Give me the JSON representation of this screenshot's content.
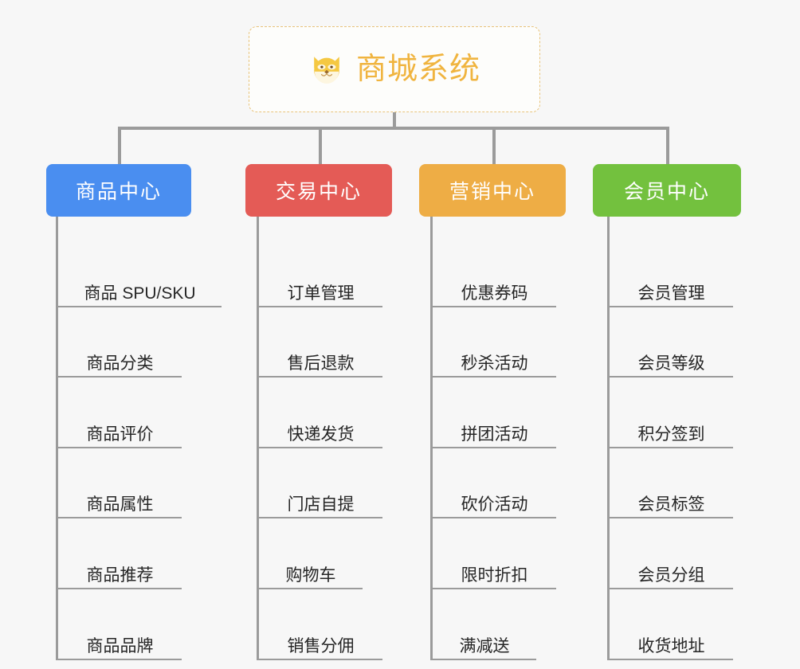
{
  "diagram": {
    "type": "mindmap",
    "background_color": "#f7f7f7",
    "root": {
      "title": "商城系统",
      "icon": "shiba-dog-face-icon",
      "text_color": "#f0b43f",
      "border_color": "#e8c37a",
      "fill_color": "#fdfdfb"
    },
    "connector_color": "#9b9b9b",
    "branches": [
      {
        "label": "商品中心",
        "color": "#4a8ef0",
        "items": [
          "商品 SPU/SKU",
          "商品分类",
          "商品评价",
          "商品属性",
          "商品推荐",
          "商品品牌"
        ]
      },
      {
        "label": "交易中心",
        "color": "#e45b56",
        "items": [
          "订单管理",
          "售后退款",
          "快递发货",
          "门店自提",
          "购物车",
          "销售分佣"
        ]
      },
      {
        "label": "营销中心",
        "color": "#eead45",
        "items": [
          "优惠券码",
          "秒杀活动",
          "拼团活动",
          "砍价活动",
          "限时折扣",
          "满减送"
        ]
      },
      {
        "label": "会员中心",
        "color": "#73c13e",
        "items": [
          "会员管理",
          "会员等级",
          "积分签到",
          "会员标签",
          "会员分组",
          "收货地址"
        ]
      }
    ]
  }
}
